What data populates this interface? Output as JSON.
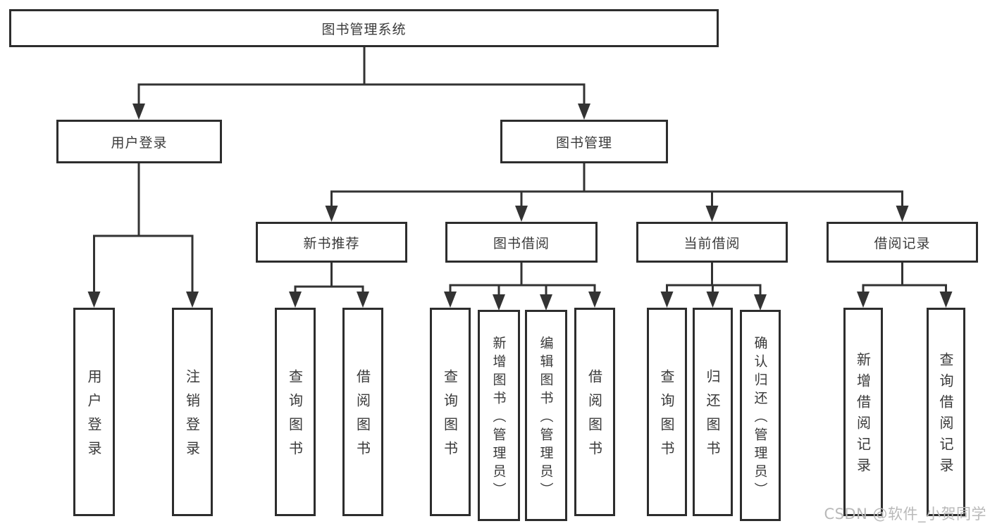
{
  "diagram": {
    "root": "图书管理系统",
    "level2": {
      "user_login": "用户登录",
      "book_management": "图书管理"
    },
    "user_children": [
      "用户登录",
      "注销登录"
    ],
    "mgmt_children": [
      {
        "label": "新书推荐",
        "children": [
          "查询图书",
          "借阅图书"
        ]
      },
      {
        "label": "图书借阅",
        "children": [
          "查询图书",
          "新增图书（管理员）",
          "编辑图书（管理员）",
          "借阅图书"
        ]
      },
      {
        "label": "当前借阅",
        "children": [
          "查询图书",
          "归还图书",
          "确认归还（管理员）"
        ]
      },
      {
        "label": "借阅记录",
        "children": [
          "新增借阅记录",
          "查询借阅记录"
        ]
      }
    ]
  },
  "watermark": {
    "text": "CSDN @软件_小贺同学"
  },
  "colors": {
    "line": "#333333",
    "box_border": "#2d2d2d",
    "text": "#3a3a3a",
    "watermark": "#b9b9b9",
    "background": "#ffffff"
  }
}
